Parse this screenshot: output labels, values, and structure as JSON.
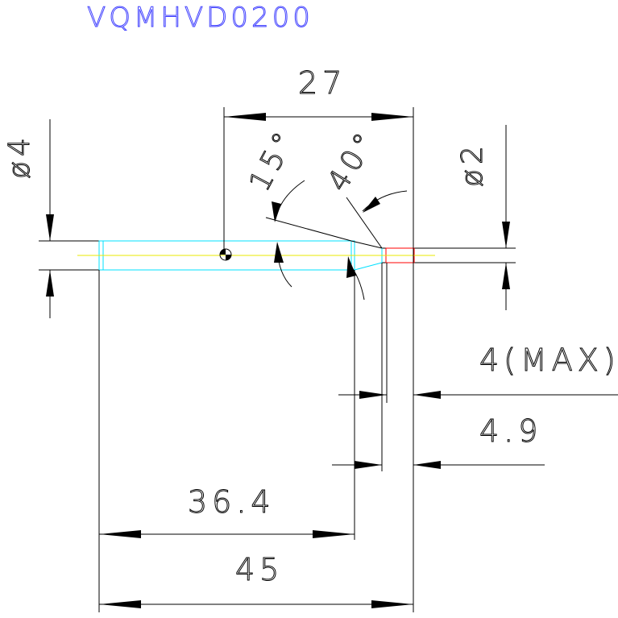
{
  "drawing": {
    "title": "VQMHVD0200",
    "colors": {
      "title": "#4040ff",
      "outline": "#000000",
      "body": "#00e0ff",
      "centerline": "#e8e800",
      "tip": "#ff0000"
    },
    "dimensions": {
      "overall_length": "45",
      "shank_length": "36.4",
      "taper_span": "27",
      "shank_diameter": "ø4",
      "tip_diameter": "ø2",
      "tip_length_max": "4(MAX)",
      "taper_length": "4.9",
      "angle_shank": "15°",
      "angle_tip": "40°"
    }
  }
}
